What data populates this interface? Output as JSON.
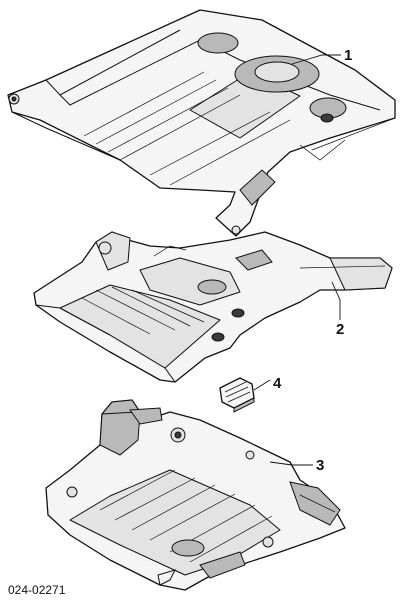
{
  "callouts": {
    "part_1": "1",
    "part_2": "2",
    "part_3": "3",
    "part_4": "4"
  },
  "diagram_code": "024-02271"
}
